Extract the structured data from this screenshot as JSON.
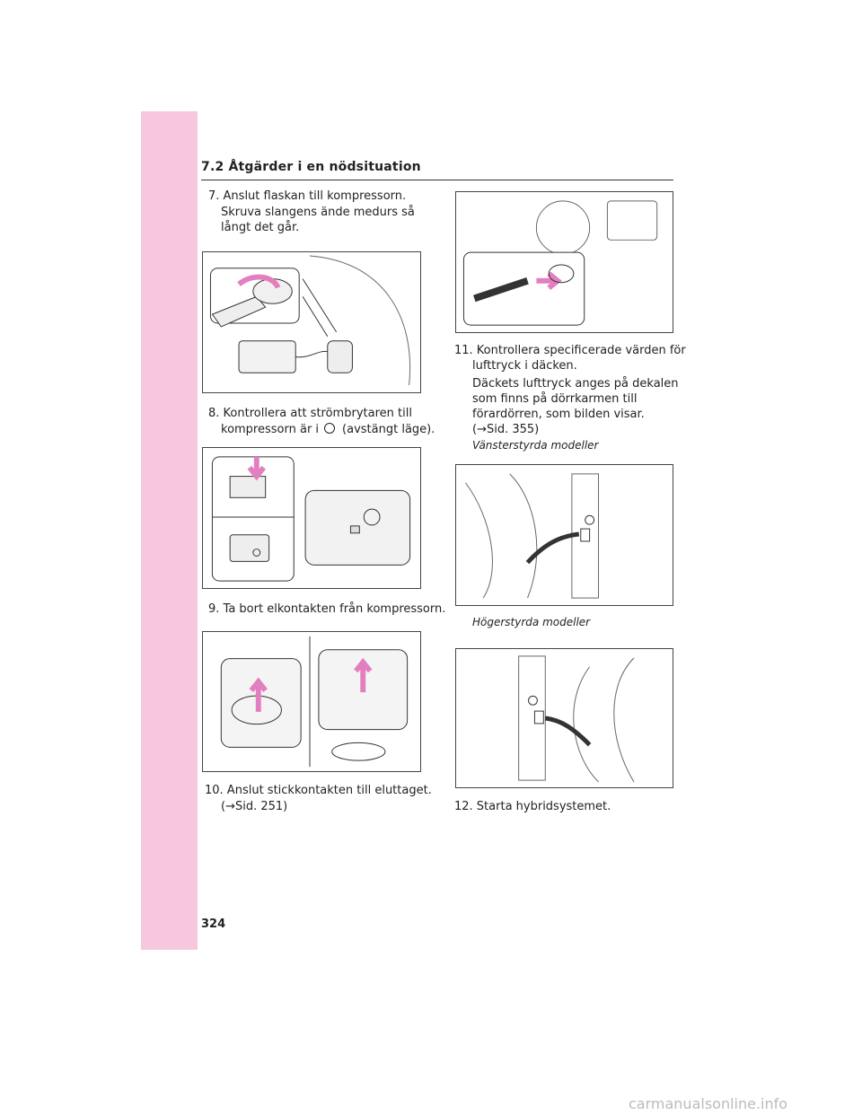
{
  "header": {
    "section": "7.2 Åtgärder i en nödsituation"
  },
  "steps": {
    "s7": {
      "title": "7. Anslut flaskan till kompressorn.",
      "body": "Skruva slangens ände medurs så långt det går."
    },
    "s8": {
      "line1": "8. Kontrollera att strömbrytaren till",
      "line2a": "kompressorn är i",
      "line2b": "(avstängt läge)."
    },
    "s9": {
      "title": "9. Ta bort elkontakten från kompressorn."
    },
    "s10": {
      "line1": "10. Anslut stickkontakten till eluttaget.",
      "line2": "(→Sid. 251)"
    },
    "s11": {
      "line1": "11. Kontrollera specificerade värden för",
      "line2": "lufttryck i däcken.",
      "body1": "Däckets lufttryck anges på dekalen",
      "body2": "som finns på dörrkarmen till",
      "body3": "förardörren, som bilden visar.",
      "body4": "(→Sid. 355)",
      "lhd": "Vänsterstyrda modeller",
      "rhd": "Högerstyrda modeller"
    },
    "s12": {
      "title": "12. Starta hybridsystemet."
    }
  },
  "page_number": "324",
  "watermark": "carmanualsonline.info"
}
